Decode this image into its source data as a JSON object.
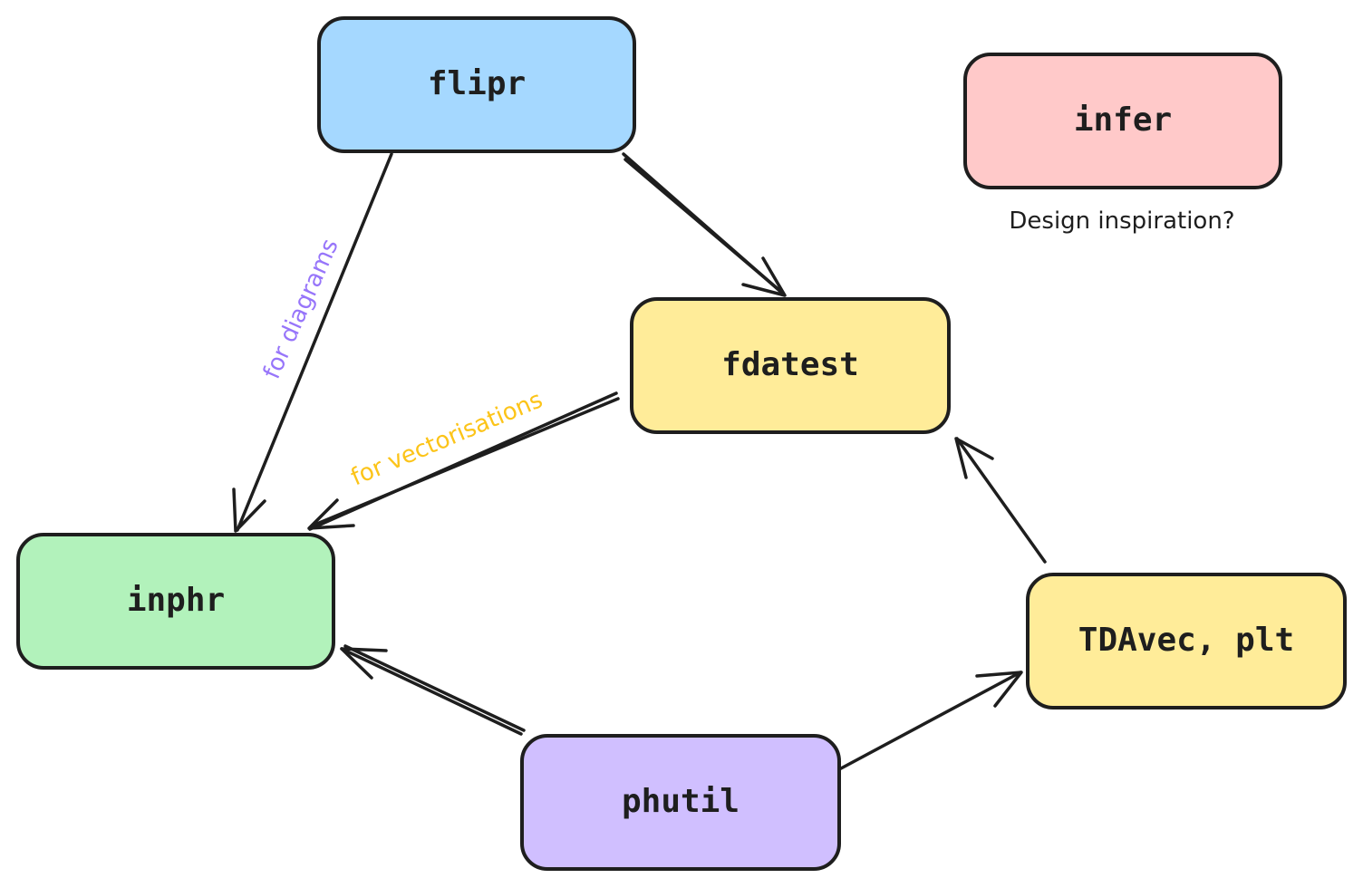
{
  "nodes": {
    "flipr": {
      "label": "flipr",
      "fill": "#a5d8ff"
    },
    "infer": {
      "label": "infer",
      "fill": "#ffc9c9"
    },
    "fdatest": {
      "label": "fdatest",
      "fill": "#ffec99"
    },
    "inphr": {
      "label": "inphr",
      "fill": "#b2f2bb"
    },
    "tdavec": {
      "label": "TDAvec, plt",
      "fill": "#ffec99"
    },
    "phutil": {
      "label": "phutil",
      "fill": "#d0bfff"
    }
  },
  "notes": {
    "infer_note": "Design inspiration?"
  },
  "edges": {
    "flipr_inphr": {
      "from": "flipr",
      "to": "inphr",
      "label": "for diagrams",
      "label_color": "#9775fa"
    },
    "flipr_fdatest": {
      "from": "flipr",
      "to": "fdatest",
      "label": ""
    },
    "fdatest_inphr": {
      "from": "fdatest",
      "to": "inphr",
      "label": "for vectorisations",
      "label_color": "#fcc419"
    },
    "phutil_inphr": {
      "from": "phutil",
      "to": "inphr",
      "label": ""
    },
    "phutil_tdavec": {
      "from": "phutil",
      "to": "tdavec",
      "label": ""
    },
    "tdavec_fdatest": {
      "from": "tdavec",
      "to": "fdatest",
      "label": ""
    }
  }
}
